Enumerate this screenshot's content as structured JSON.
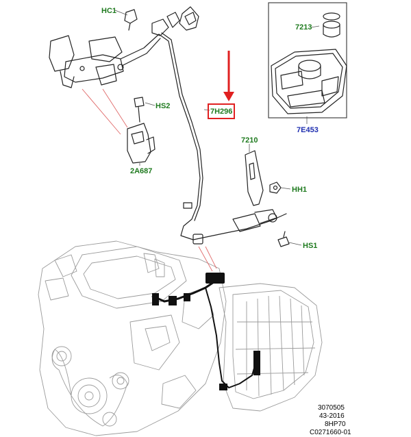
{
  "callouts": {
    "hc1": "HC1",
    "hs2": "HS2",
    "a2a687": "2A687",
    "p7h296": "7H296",
    "p7213": "7213",
    "p7e453": "7E453",
    "p7210": "7210",
    "hh1": "HH1",
    "hs1": "HS1"
  },
  "reference": {
    "line1": "3070505",
    "line2": "43-2016",
    "line3": "8HP70",
    "line4": "C0271660-01"
  },
  "colors": {
    "label_green": "#1e7a1e",
    "label_blue": "#1f2fb0",
    "highlight_red": "#e02020"
  }
}
